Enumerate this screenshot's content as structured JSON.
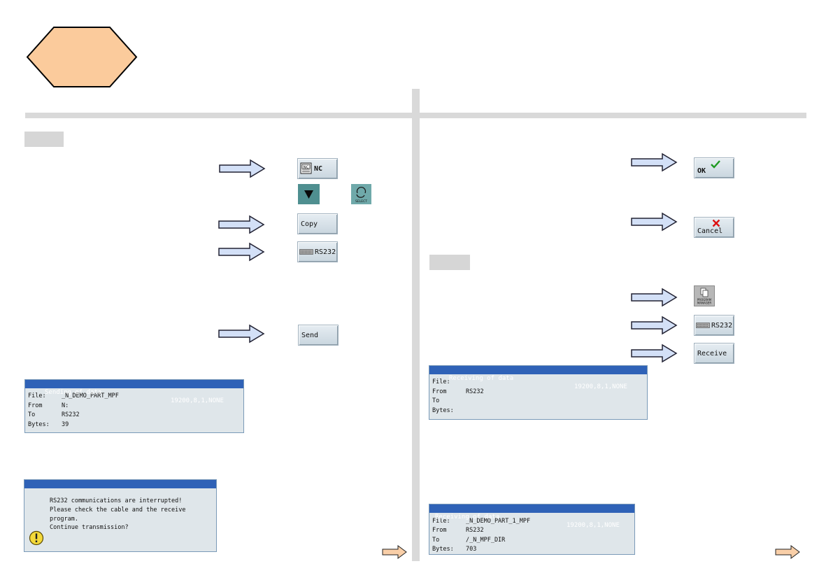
{
  "nav": {
    "next_arrow_color": "#f9cfa8"
  },
  "softkeys": {
    "nc": "NC",
    "copy": "Copy",
    "rs232_left": "RS232",
    "send": "Send",
    "ok": "OK",
    "cancel": "Cancel",
    "rs232_right": "RS232",
    "receive": "Receive",
    "select_caption": "SELECT",
    "program_manager_caption_1": "PROGRAM",
    "program_manager_caption_2": "MANAGER"
  },
  "dialog_sending": {
    "title": "Sending of data",
    "params": "19200,8,1,NONE",
    "rows": [
      {
        "key": "File:",
        "value": "_N_DEMO_PART_MPF"
      },
      {
        "key": "From",
        "value": "N:"
      },
      {
        "key": "To",
        "value": "RS232"
      },
      {
        "key": "Bytes:",
        "value": "39"
      }
    ]
  },
  "dialog_error": {
    "lines": [
      "RS232 communications are interrupted!",
      "Please check the cable and the receive",
      "program.",
      "Continue transmission?"
    ]
  },
  "dialog_receiving_1": {
    "title": "Receiving of data",
    "params": "19200,8,1,NONE",
    "rows": [
      {
        "key": "File:",
        "value": ""
      },
      {
        "key": "From",
        "value": "RS232"
      },
      {
        "key": "To",
        "value": ""
      },
      {
        "key": "Bytes:",
        "value": ""
      }
    ]
  },
  "dialog_receiving_2": {
    "title": "Receiving of data",
    "params": "19200,8,1,NONE",
    "rows": [
      {
        "key": "File:",
        "value": "_N_DEMO_PART_1_MPF"
      },
      {
        "key": "From",
        "value": "RS232"
      },
      {
        "key": "To",
        "value": "/_N_MPF_DIR"
      },
      {
        "key": "Bytes:",
        "value": "703"
      }
    ]
  },
  "colors": {
    "hexagon_fill": "#fbcb9c",
    "arrow_fill": "#d3e0f7",
    "dialog_title_bar": "#2f62b7"
  }
}
